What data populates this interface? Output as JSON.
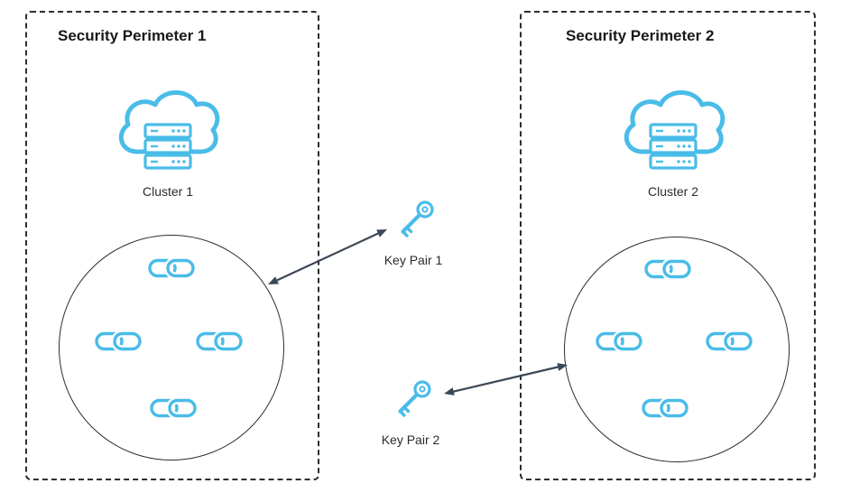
{
  "colors": {
    "accent_blue": "#49BCE8",
    "shape_outline": "#2e2e2e",
    "arrow": "#3C4856",
    "title_text": "#191919",
    "label_text": "#2b2b2b"
  },
  "perimeters": [
    {
      "title": "Security Perimeter 1",
      "cluster_label": "Cluster 1"
    },
    {
      "title": "Security Perimeter 2",
      "cluster_label": "Cluster 2"
    }
  ],
  "key_pairs": [
    {
      "label": "Key Pair 1"
    },
    {
      "label": "Key Pair 2"
    }
  ]
}
